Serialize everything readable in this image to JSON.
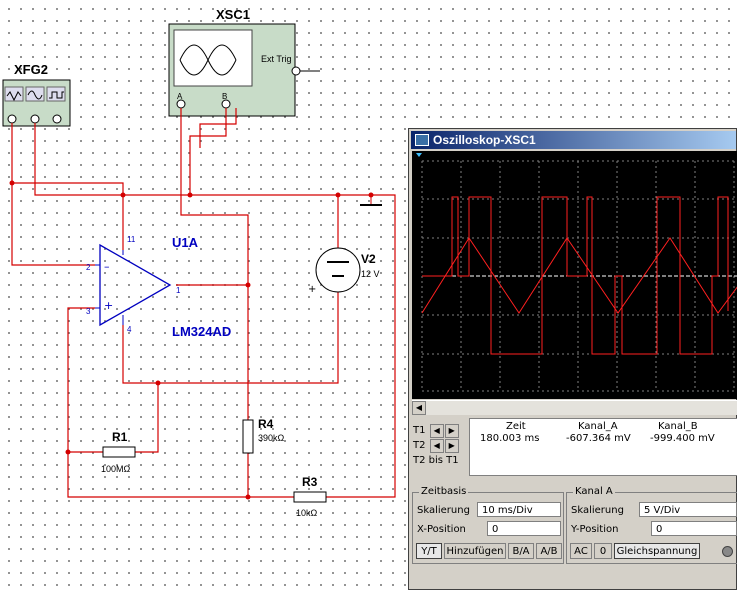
{
  "schematic": {
    "scope_ref": "XSC1",
    "fg_ref": "XFG2",
    "scope_ext_trig": "Ext Trig",
    "scope_ch_a": "A",
    "scope_ch_b": "B",
    "opamp_ref": "U1A",
    "opamp_model": "LM324AD",
    "opamp_pin_11": "11",
    "opamp_pin_2": "2",
    "opamp_pin_3": "3",
    "opamp_pin_4": "4",
    "opamp_pin_1": "1",
    "source_ref": "V2",
    "source_value": "12 V",
    "r1_ref": "R1",
    "r1_value": "100MΩ",
    "r3_ref": "R3",
    "r3_value": "10kΩ",
    "r4_ref": "R4",
    "r4_value": "390kΩ"
  },
  "scope_window": {
    "title": "Oszilloskop-XSC1",
    "t1_label": "T1",
    "t2_label": "T2",
    "t2t1_label": "T2 bis T1",
    "col_time": "Zeit",
    "col_a": "Kanal_A",
    "col_b": "Kanal_B",
    "t1_time": "180.003 ms",
    "t1_a": "-607.364 mV",
    "t1_b": "-999.400 mV",
    "timebase_title": "Zeitbasis",
    "timebase_scale_label": "Skalierung",
    "timebase_scale_value": "10 ms/Div",
    "xpos_label": "X-Position",
    "xpos_value": "0",
    "btn_yt": "Y/T",
    "btn_add": "Hinzufügen",
    "btn_ba": "B/A",
    "btn_ab": "A/B",
    "cha_title": "Kanal A",
    "cha_scale_label": "Skalierung",
    "cha_scale_value": "5  V/Div",
    "ypos_label": "Y-Position",
    "ypos_value": "0",
    "btn_ac": "AC",
    "btn_zero": "0",
    "btn_dc": "Gleichspannung",
    "trace_a_color": "#ff2020",
    "trace_b_color": "#ff2020",
    "grid_color": "#808080"
  }
}
